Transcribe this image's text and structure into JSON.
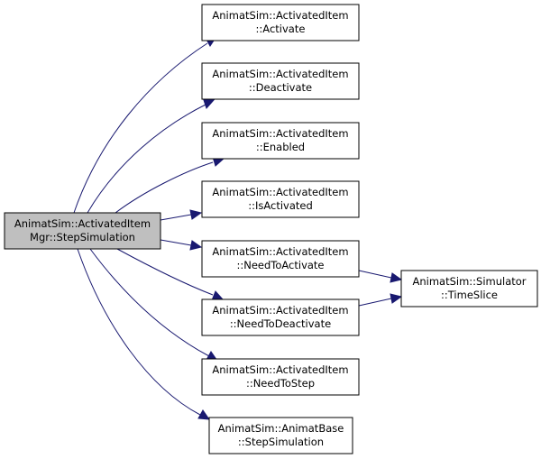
{
  "graph": {
    "root": {
      "line1": "AnimatSim::ActivatedItem",
      "line2": "Mgr::StepSimulation"
    },
    "callees": [
      {
        "line1": "AnimatSim::ActivatedItem",
        "line2": "::Activate"
      },
      {
        "line1": "AnimatSim::ActivatedItem",
        "line2": "::Deactivate"
      },
      {
        "line1": "AnimatSim::ActivatedItem",
        "line2": "::Enabled"
      },
      {
        "line1": "AnimatSim::ActivatedItem",
        "line2": "::IsActivated"
      },
      {
        "line1": "AnimatSim::ActivatedItem",
        "line2": "::NeedToActivate"
      },
      {
        "line1": "AnimatSim::ActivatedItem",
        "line2": "::NeedToDeactivate"
      },
      {
        "line1": "AnimatSim::ActivatedItem",
        "line2": "::NeedToStep"
      },
      {
        "line1": "AnimatSim::AnimatBase",
        "line2": "::StepSimulation"
      }
    ],
    "leaf": {
      "line1": "AnimatSim::Simulator",
      "line2": "::TimeSlice"
    },
    "colors": {
      "edge": "#191970",
      "root_fill": "#bfbfbf",
      "node_fill": "#ffffff",
      "border": "#000000"
    }
  }
}
